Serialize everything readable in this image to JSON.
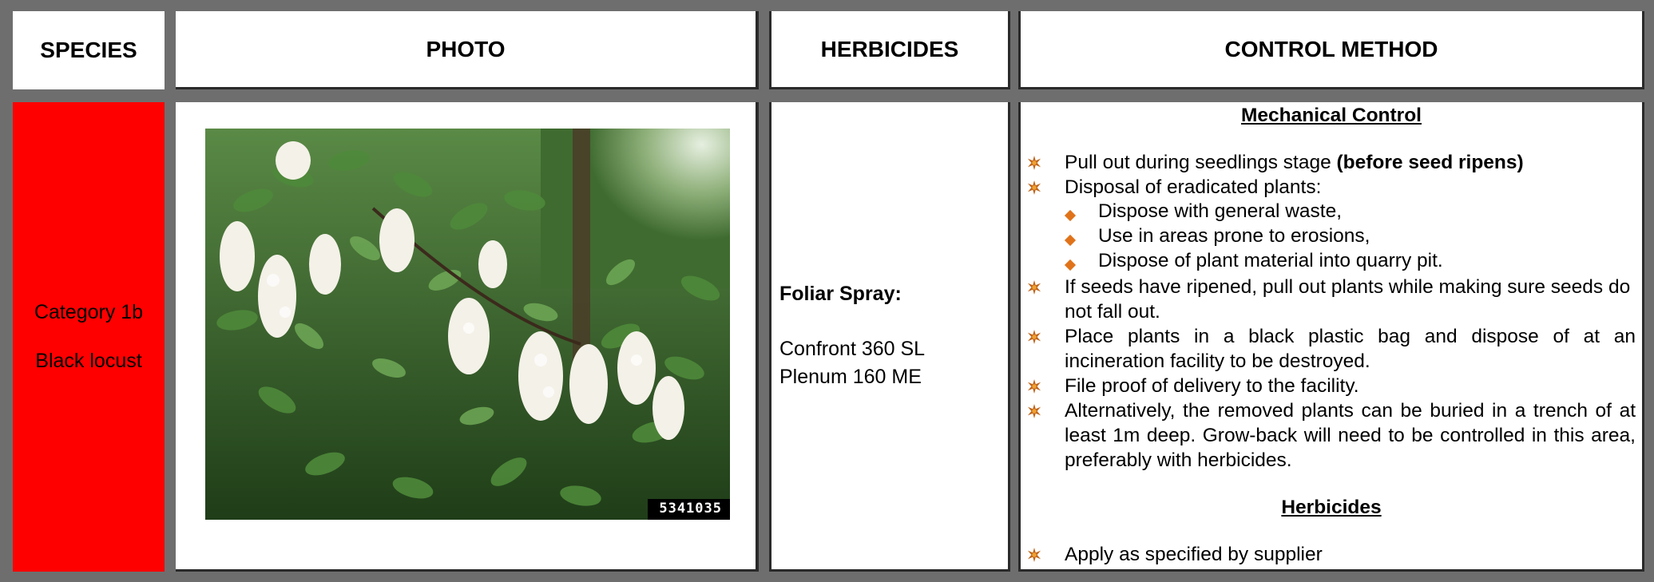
{
  "headers": {
    "species": "SPECIES",
    "photo": "PHOTO",
    "herbicides": "HERBICIDES",
    "control_method": "CONTROL METHOD"
  },
  "species": {
    "category": "Category 1b",
    "name": "Black locust",
    "cell_color": "#ff0000"
  },
  "photo": {
    "image_number": "5341035"
  },
  "herbicides": {
    "method": "Foliar Spray:",
    "products": [
      "Confront 360 SL",
      "Plenum 160 ME"
    ]
  },
  "control": {
    "mechanical_title": "Mechanical Control",
    "bullet_1_text": "Pull out during seedlings stage ",
    "bullet_1_bold": "(before seed ripens)",
    "bullet_2": "Disposal of eradicated plants:",
    "sub_items": [
      "Dispose with general waste,",
      "Use in areas prone to erosions,",
      "Dispose of plant material into quarry pit."
    ],
    "bullet_3": "If seeds have ripened, pull out plants while making sure seeds do not fall out.",
    "bullet_4": "Place plants in a black plastic bag and dispose of at an incineration facility to be destroyed.",
    "bullet_5": "File proof of delivery to the facility.",
    "bullet_6": "Alternatively, the removed plants can be buried in a trench of at least 1m deep. Grow-back will need to be controlled in this area, preferably with herbicides.",
    "herbicides_title": "Herbicides",
    "bullet_7": "Apply as specified by supplier"
  },
  "colors": {
    "frame": "#6e6e6e",
    "bullet_star": "#c0651a",
    "sub_diamond": "#e0731a"
  },
  "icons": {
    "bullet": "star-bullet-icon",
    "sub_bullet": "diamond-bullet-icon"
  }
}
